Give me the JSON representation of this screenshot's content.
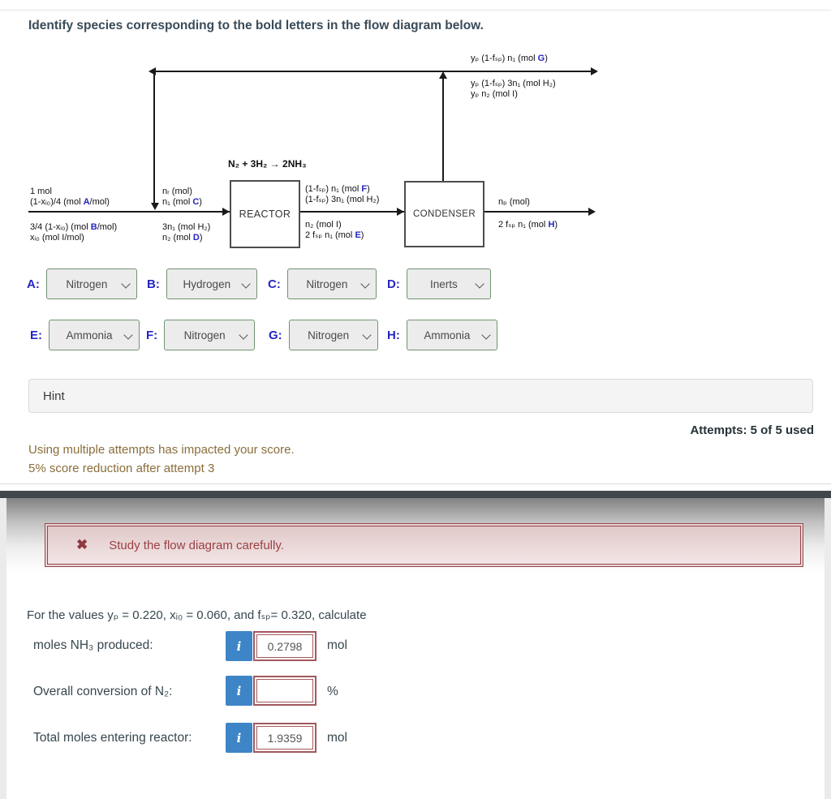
{
  "page": {
    "title": "Identify species corresponding to the bold letters in the flow diagram below."
  },
  "diagram": {
    "equation": "N₂ + 3H₂  → 2NH₃",
    "reactor": "REACTOR",
    "condenser": "CONDENSER",
    "feed": {
      "l1": "1 mol",
      "l2_pre": "(1-xᵢ₀)/4 (mol ",
      "l2_bold": "A",
      "l2_post": "/mol)",
      "l3_pre": "3/4 (1-xᵢ₀) (mol ",
      "l3_bold": "B",
      "l3_post": "/mol)",
      "l4": "xᵢ₀ (mol I/mol)"
    },
    "junction": {
      "l1": "nᵣ (mol)",
      "l2_pre": "n₁ (mol ",
      "l2_bold": "C",
      "l2_post": ")",
      "l3": "3n₁ (mol H₂)",
      "l4_pre": "n₂ (mol ",
      "l4_bold": "D",
      "l4_post": ")"
    },
    "reactor_out": {
      "l1_pre": "(1-fₛₚ) n₁ (mol ",
      "l1_bold": "F",
      "l1_post": ")",
      "l2": "(1-fₛₚ) 3n₁ (mol H₂)",
      "l3": "n₂ (mol I)",
      "l4_pre": "2 fₛₚ n₁ (mol ",
      "l4_bold": "E",
      "l4_post": ")"
    },
    "condenser_out": {
      "l1": "nₚ (mol)",
      "l2_pre": "2 fₛₚ n₁ (mol ",
      "l2_bold": "H",
      "l2_post": ")"
    },
    "purge": {
      "l1_pre": "yₚ (1-fₛₚ) n₁ (mol ",
      "l1_bold": "G",
      "l1_post": ")",
      "l2": "yₚ (1-fₛₚ) 3n₁ (mol H₂)",
      "l3": "yₚ n₂ (mol I)"
    }
  },
  "species_selects": {
    "a": {
      "label": "A:",
      "value": "Nitrogen"
    },
    "b": {
      "label": "B:",
      "value": "Hydrogen"
    },
    "c": {
      "label": "C:",
      "value": "Nitrogen"
    },
    "d": {
      "label": "D:",
      "value": "Inerts"
    },
    "e": {
      "label": "E:",
      "value": "Ammonia"
    },
    "f": {
      "label": "F:",
      "value": "Nitrogen"
    },
    "g": {
      "label": "G:",
      "value": "Nitrogen"
    },
    "h": {
      "label": "H:",
      "value": "Ammonia"
    }
  },
  "hint": {
    "label": "Hint"
  },
  "attempts": {
    "text": "Attempts: 5 of 5 used"
  },
  "score_warning": {
    "line1": "Using multiple attempts has impacted your score.",
    "line2": "5% score reduction after attempt 3"
  },
  "alert": {
    "icon": "✖",
    "message": "Study the flow diagram carefully."
  },
  "calc": {
    "intro": "For the values yₚ = 0.220, xᵢ₀ = 0.060, and fₛₚ= 0.320, calculate",
    "rows": {
      "nh3": {
        "label": "moles NH₃ produced:",
        "info": "i",
        "value": "0.2798",
        "unit": "mol"
      },
      "conversion": {
        "label": "Overall conversion of N₂:",
        "info": "i",
        "value": "",
        "unit": "%"
      },
      "total": {
        "label": "Total moles entering reactor:",
        "info": "i",
        "value": "1.9359",
        "unit": "mol"
      }
    }
  },
  "colors": {
    "accent_blue": "#2424c4",
    "info_button_blue": "#3d85c6",
    "select_border_green": "#71946f",
    "alert_red": "#95454a",
    "warning_brown": "#8a6d3b",
    "dark_bar": "#42474c"
  }
}
